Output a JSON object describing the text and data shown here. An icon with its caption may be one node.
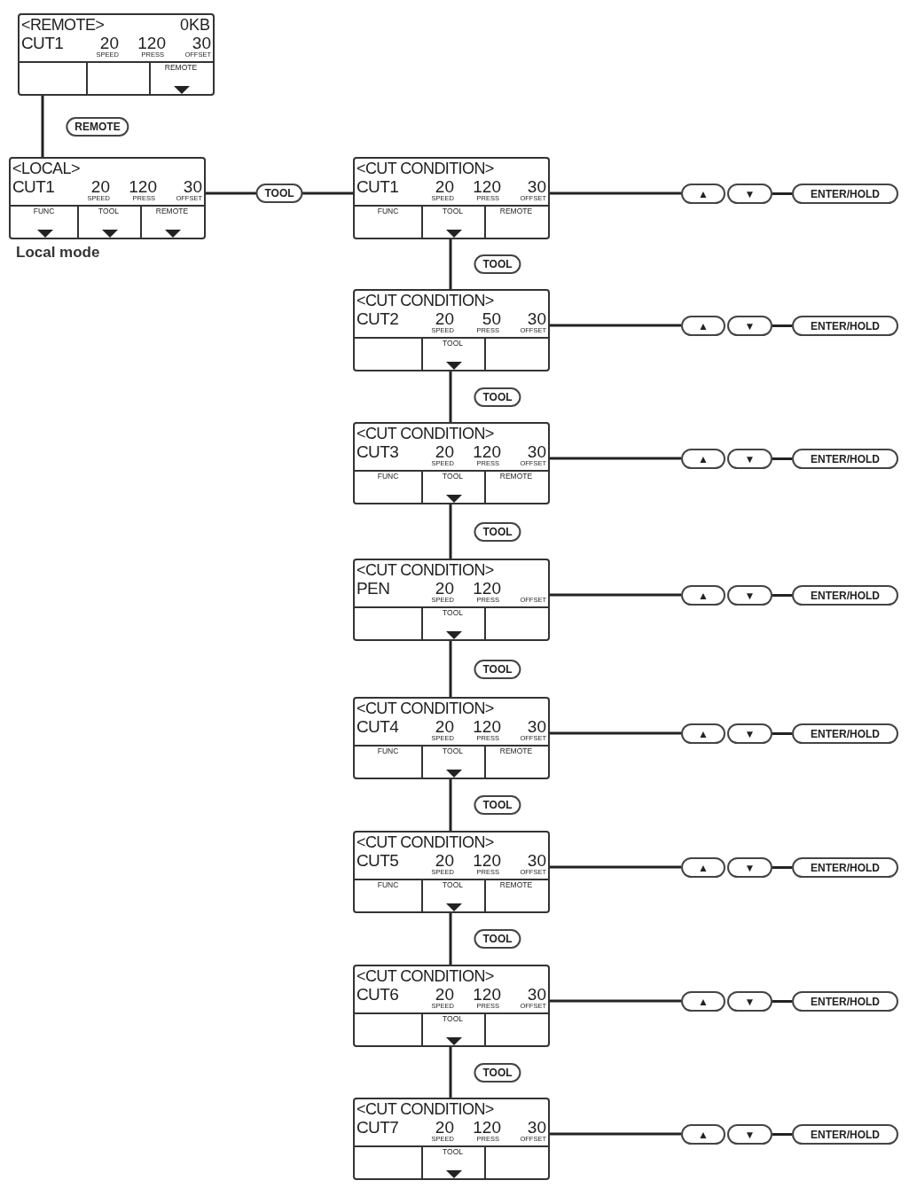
{
  "diagram": {
    "nodes": [
      {
        "text": [
          "<REMOTE>",
          "0KB",
          "CUT1",
          "20",
          "120",
          "30",
          "SPEED",
          "PRESS",
          "OFFSET",
          "REMOTE"
        ]
      },
      {
        "text": [
          "<LOCAL>",
          "CUT1",
          "20",
          "120",
          "30",
          "SPEED",
          "PRESS",
          "OFFSET",
          "FUNC",
          "TOOL",
          "REMOTE"
        ],
        "beside": [
          "Local mode"
        ]
      },
      {
        "text": [
          "<CUT CONDITION>",
          "CUT1",
          "20",
          "120",
          "30",
          "SPEED",
          "PRESS",
          "OFFSET",
          "FUNC",
          "TOOL",
          "REMOTE"
        ]
      },
      {
        "text": [
          "▲"
        ]
      },
      {
        "text": [
          "▼"
        ]
      },
      {
        "text": [
          "ENTER/HOLD"
        ]
      },
      {
        "text": [
          "<CUT CONDITION>",
          "CUT2",
          "20",
          "50",
          "30",
          "SPEED",
          "PRESS",
          "OFFSET",
          "TOOL"
        ]
      },
      {
        "text": [
          "▲"
        ]
      },
      {
        "text": [
          "▼"
        ]
      },
      {
        "text": [
          "ENTER/HOLD"
        ]
      },
      {
        "text": [
          "<CUT CONDITION>",
          "CUT3",
          "20",
          "120",
          "30",
          "SPEED",
          "PRESS",
          "OFFSET",
          "FUNC",
          "TOOL",
          "REMOTE"
        ]
      },
      {
        "text": [
          "▲"
        ]
      },
      {
        "text": [
          "▼"
        ]
      },
      {
        "text": [
          "ENTER/HOLD"
        ]
      },
      {
        "text": [
          "<CUT CONDITION>",
          "PEN",
          "20",
          "120",
          "SPEED",
          "PRESS",
          "OFFSET",
          "TOOL"
        ]
      },
      {
        "text": [
          "▲"
        ]
      },
      {
        "text": [
          "▼"
        ]
      },
      {
        "text": [
          "ENTER/HOLD"
        ]
      },
      {
        "text": [
          "<CUT CONDITION>",
          "CUT4",
          "20",
          "120",
          "30",
          "SPEED",
          "PRESS",
          "OFFSET",
          "FUNC",
          "TOOL",
          "REMOTE"
        ]
      },
      {
        "text": [
          "▲"
        ]
      },
      {
        "text": [
          "▼"
        ]
      },
      {
        "text": [
          "ENTER/HOLD"
        ]
      },
      {
        "text": [
          "<CUT CONDITION>",
          "CUT5",
          "20",
          "120",
          "30",
          "SPEED",
          "PRESS",
          "OFFSET",
          "FUNC",
          "TOOL",
          "REMOTE"
        ]
      },
      {
        "text": [
          "▲"
        ]
      },
      {
        "text": [
          "▼"
        ]
      },
      {
        "text": [
          "ENTER/HOLD"
        ]
      },
      {
        "text": [
          "<CUT CONDITION>",
          "CUT6",
          "20",
          "120",
          "30",
          "SPEED",
          "PRESS",
          "OFFSET",
          "TOOL"
        ]
      },
      {
        "text": [
          "▲"
        ]
      },
      {
        "text": [
          "▼"
        ]
      },
      {
        "text": [
          "ENTER/HOLD"
        ]
      },
      {
        "text": [
          "<CUT CONDITION>",
          "CUT7",
          "20",
          "120",
          "30",
          "SPEED",
          "PRESS",
          "OFFSET",
          "TOOL"
        ]
      },
      {
        "text": [
          "▲"
        ]
      },
      {
        "text": [
          "▼"
        ]
      },
      {
        "text": [
          "ENTER/HOLD"
        ]
      }
    ],
    "edges": [
      {
        "from": 0,
        "to": 1,
        "arrow": "none",
        "label": "REMOTE"
      },
      {
        "from": 1,
        "to": 2,
        "arrow": "none",
        "label": "TOOL"
      },
      {
        "from": 2,
        "to": 3,
        "arrow": "none"
      },
      {
        "from": 4,
        "to": 5,
        "arrow": "none"
      },
      {
        "from": 2,
        "to": 6,
        "arrow": "none",
        "label": "TOOL"
      },
      {
        "from": 6,
        "to": 7,
        "arrow": "none"
      },
      {
        "from": 8,
        "to": 9,
        "arrow": "none"
      },
      {
        "from": 6,
        "to": 10,
        "arrow": "none",
        "label": "TOOL"
      },
      {
        "from": 10,
        "to": 11,
        "arrow": "none"
      },
      {
        "from": 12,
        "to": 13,
        "arrow": "none"
      },
      {
        "from": 10,
        "to": 14,
        "arrow": "none",
        "label": "TOOL"
      },
      {
        "from": 14,
        "to": 15,
        "arrow": "none"
      },
      {
        "from": 16,
        "to": 17,
        "arrow": "none"
      },
      {
        "from": 14,
        "to": 18,
        "arrow": "none",
        "label": "TOOL"
      },
      {
        "from": 18,
        "to": 19,
        "arrow": "none"
      },
      {
        "from": 20,
        "to": 21,
        "arrow": "none"
      },
      {
        "from": 18,
        "to": 22,
        "arrow": "none",
        "label": "TOOL"
      },
      {
        "from": 22,
        "to": 23,
        "arrow": "none"
      },
      {
        "from": 24,
        "to": 25,
        "arrow": "none"
      },
      {
        "from": 22,
        "to": 26,
        "arrow": "none",
        "label": "TOOL"
      },
      {
        "from": 26,
        "to": 27,
        "arrow": "none"
      },
      {
        "from": 28,
        "to": 29,
        "arrow": "none"
      },
      {
        "from": 26,
        "to": 30,
        "arrow": "none",
        "label": "TOOL"
      },
      {
        "from": 30,
        "to": 31,
        "arrow": "none"
      },
      {
        "from": 32,
        "to": 33,
        "arrow": "none"
      }
    ]
  }
}
